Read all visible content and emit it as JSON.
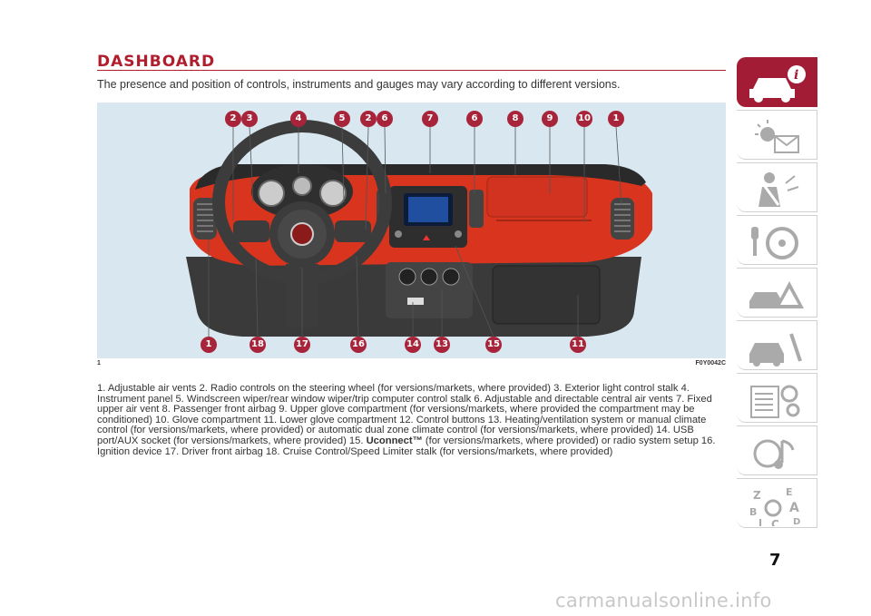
{
  "header": {
    "title": "DASHBOARD",
    "subtitle": "The presence and position of controls, instruments and gauges may vary according to different versions."
  },
  "figure": {
    "number": "1",
    "code": "F0Y0042C",
    "callouts_top": [
      "2",
      "3",
      "4",
      "5",
      "2",
      "6",
      "7",
      "6",
      "8",
      "9",
      "10",
      "1"
    ],
    "callouts_bottom": [
      "1",
      "18",
      "17",
      "16",
      "14",
      "13",
      "15",
      "11"
    ],
    "illustration": "fiat-500l-dashboard-illustration"
  },
  "caption": {
    "part1": "1. Adjustable air vents 2. Radio controls on the steering wheel (for versions/markets, where provided) 3. Exterior light control stalk 4. Instrument panel 5. Windscreen wiper/rear window wiper/trip computer control stalk 6. Adjustable and directable central air vents 7. Fixed upper air vent 8. Passenger front airbag 9. Upper glove compartment (for versions/markets, where provided the compartment may be conditioned) 10. Glove compartment 11. Lower glove compartment 12. Control buttons 13. Heating/ventilation system or manual climate control (for versions/markets, where provided) or automatic dual zone climate control (for versions/markets, where provided) 14. USB port/AUX socket (for versions/markets, where provided) 15. ",
    "bold": "Uconnect™",
    "part2": " (for versions/markets, where provided) or radio system setup 16. Ignition device 17. Driver front airbag 18. Cruise Control/Speed Limiter stalk (for versions/markets, where provided)"
  },
  "side_nav": [
    {
      "icon": "car-info-icon",
      "active": true
    },
    {
      "icon": "warning-light-message-icon",
      "active": false
    },
    {
      "icon": "safety-seatbelt-airbag-icon",
      "active": false
    },
    {
      "icon": "key-steering-wheel-icon",
      "active": false
    },
    {
      "icon": "car-emergency-warning-icon",
      "active": false
    },
    {
      "icon": "car-maintenance-wrench-icon",
      "active": false
    },
    {
      "icon": "technical-data-gears-icon",
      "active": false
    },
    {
      "icon": "multimedia-music-icon",
      "active": false
    },
    {
      "icon": "alphabetical-index-icon",
      "active": false
    }
  ],
  "page_number": "7",
  "watermark": "carmanualsonline.info",
  "colors": {
    "accent": "#b01e2e",
    "nav_active": "#a21c35",
    "dash_red": "#d8341e",
    "callout": "#a8243a"
  }
}
